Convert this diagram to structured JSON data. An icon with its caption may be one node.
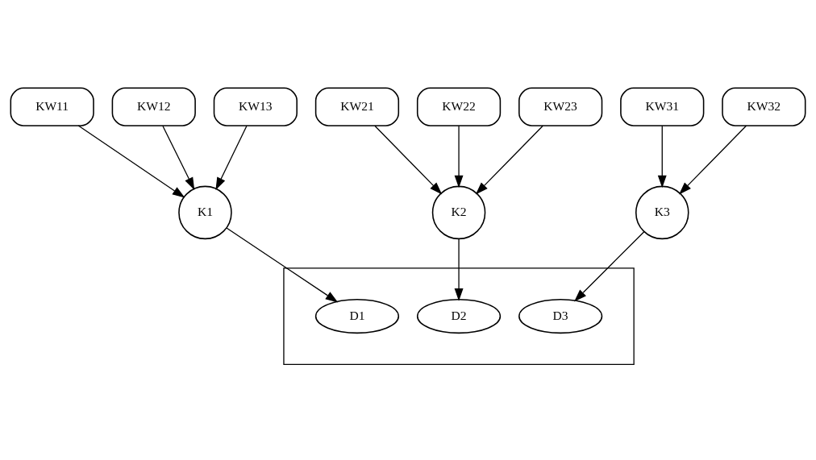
{
  "diagram": {
    "nodes": [
      {
        "text": [
          "KW11"
        ]
      },
      {
        "text": [
          "KW12"
        ]
      },
      {
        "text": [
          "KW13"
        ]
      },
      {
        "text": [
          "KW21"
        ]
      },
      {
        "text": [
          "KW22"
        ]
      },
      {
        "text": [
          "KW23"
        ]
      },
      {
        "text": [
          "KW31"
        ]
      },
      {
        "text": [
          "KW32"
        ]
      },
      {
        "text": [
          "K1"
        ]
      },
      {
        "text": [
          "K2"
        ]
      },
      {
        "text": [
          "K3"
        ]
      },
      {
        "text": [],
        "shape": "box"
      },
      {
        "text": [
          "D1"
        ],
        "in": 11
      },
      {
        "text": [
          "D2"
        ],
        "in": 11
      },
      {
        "text": [
          "D3"
        ],
        "in": 11
      }
    ],
    "edges": [
      {
        "from": 0,
        "to": 8,
        "arrow": "to"
      },
      {
        "from": 1,
        "to": 8,
        "arrow": "to"
      },
      {
        "from": 2,
        "to": 8,
        "arrow": "to"
      },
      {
        "from": 3,
        "to": 9,
        "arrow": "to"
      },
      {
        "from": 4,
        "to": 9,
        "arrow": "to"
      },
      {
        "from": 5,
        "to": 9,
        "arrow": "to"
      },
      {
        "from": 6,
        "to": 10,
        "arrow": "to"
      },
      {
        "from": 7,
        "to": 10,
        "arrow": "to"
      },
      {
        "from": 8,
        "to": 12,
        "arrow": "to"
      },
      {
        "from": 9,
        "to": 13,
        "arrow": "to"
      },
      {
        "from": 10,
        "to": 14,
        "arrow": "to"
      }
    ]
  }
}
